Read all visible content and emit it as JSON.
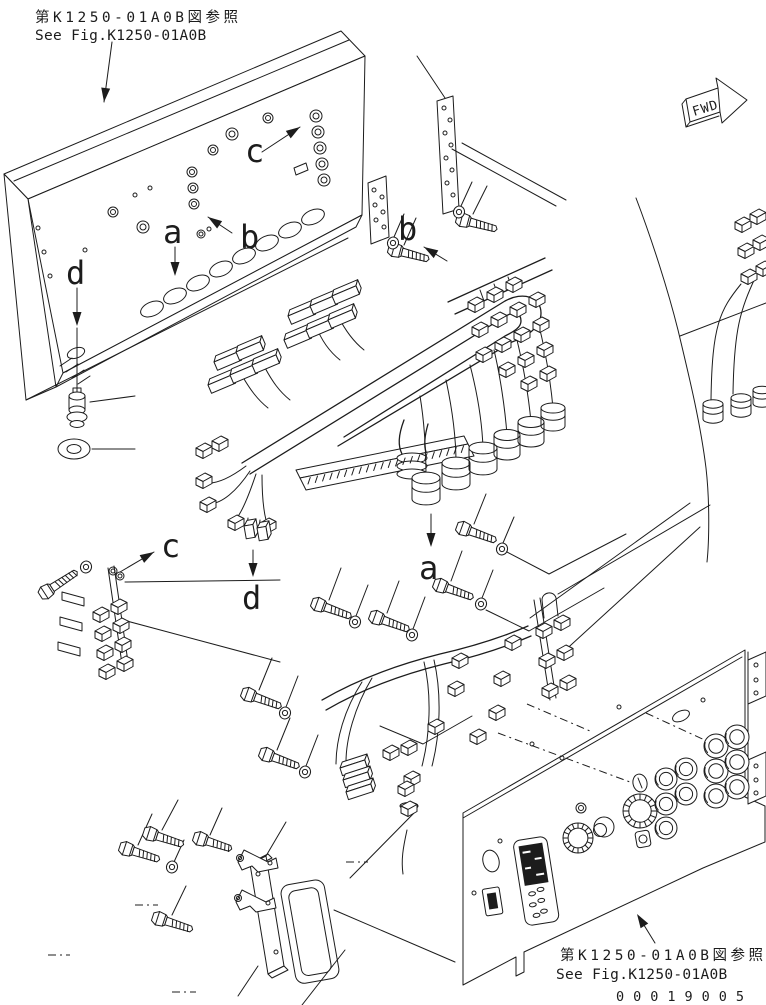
{
  "page": {
    "background_color": "#ffffff",
    "line_color": "#1c1c1c"
  },
  "annotations": {
    "top_reference": {
      "jp": "第K1250-01A0B図参照",
      "en": "See Fig.K1250-01A0B"
    },
    "bottom_reference": {
      "jp": "第K1250-01A0B図参照",
      "en": "See Fig.K1250-01A0B"
    },
    "drawing_number": "00019005",
    "direction_arrow": "FWD"
  },
  "callouts": {
    "panel_view_a": "a",
    "panel_view_b": "b",
    "panel_view_c": "c",
    "panel_view_d": "d",
    "detail_a": "a",
    "detail_b": "b",
    "detail_c": "c",
    "detail_d": "d"
  }
}
